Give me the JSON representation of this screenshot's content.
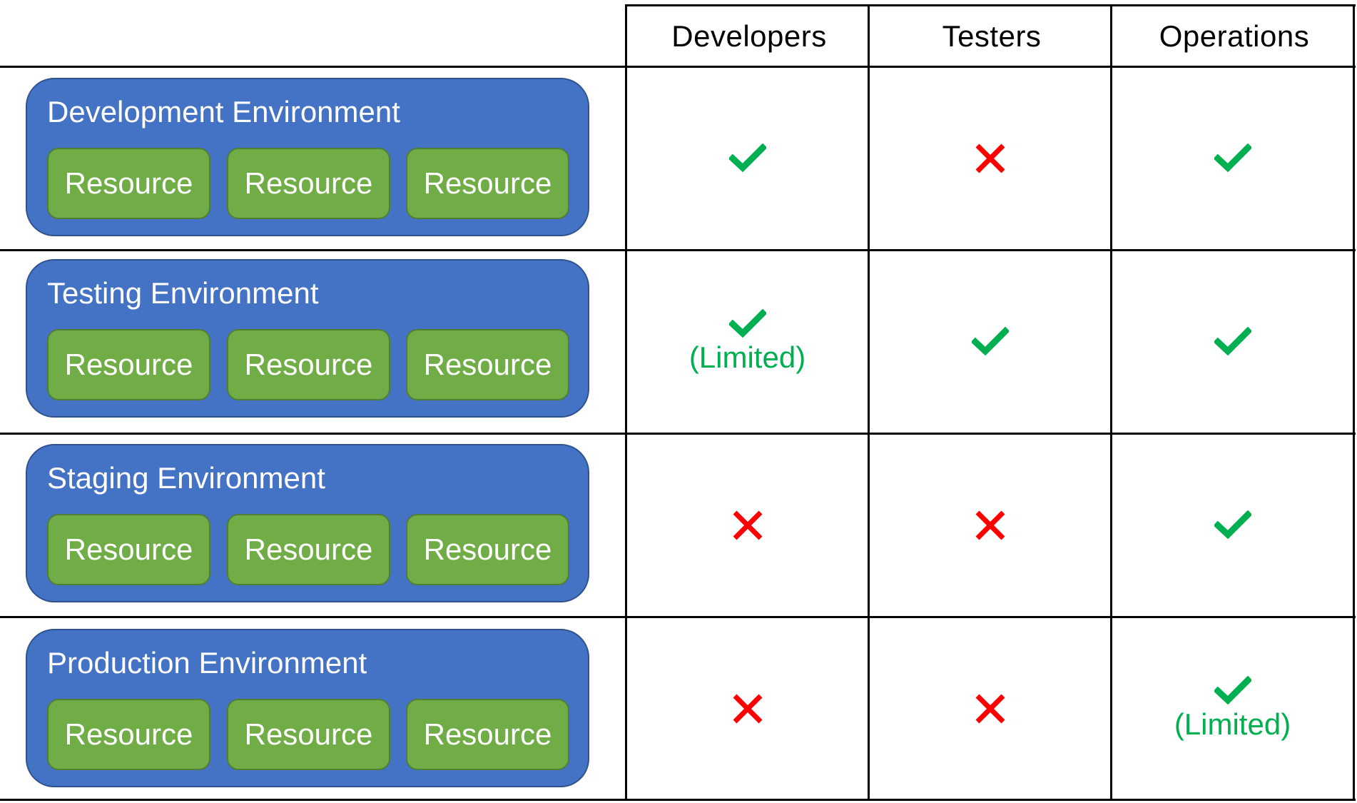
{
  "columns": [
    "Developers",
    "Testers",
    "Operations"
  ],
  "colors": {
    "environment": "#4472c4",
    "resource": "#70ad47",
    "allowed": "#00b050",
    "denied": "#ff0000"
  },
  "rows": [
    {
      "title": "Development Environment",
      "resources": [
        "Resource",
        "Resource",
        "Resource"
      ],
      "access": [
        {
          "mark": "check-icon",
          "note": ""
        },
        {
          "mark": "cross-icon",
          "note": ""
        },
        {
          "mark": "check-icon",
          "note": ""
        }
      ]
    },
    {
      "title": "Testing Environment",
      "resources": [
        "Resource",
        "Resource",
        "Resource"
      ],
      "access": [
        {
          "mark": "check-icon",
          "note": "(Limited)"
        },
        {
          "mark": "check-icon",
          "note": ""
        },
        {
          "mark": "check-icon",
          "note": ""
        }
      ]
    },
    {
      "title": "Staging Environment",
      "resources": [
        "Resource",
        "Resource",
        "Resource"
      ],
      "access": [
        {
          "mark": "cross-icon",
          "note": ""
        },
        {
          "mark": "cross-icon",
          "note": ""
        },
        {
          "mark": "check-icon",
          "note": ""
        }
      ]
    },
    {
      "title": "Production Environment",
      "resources": [
        "Resource",
        "Resource",
        "Resource"
      ],
      "access": [
        {
          "mark": "cross-icon",
          "note": ""
        },
        {
          "mark": "cross-icon",
          "note": ""
        },
        {
          "mark": "check-icon",
          "note": "(Limited)"
        }
      ]
    }
  ]
}
